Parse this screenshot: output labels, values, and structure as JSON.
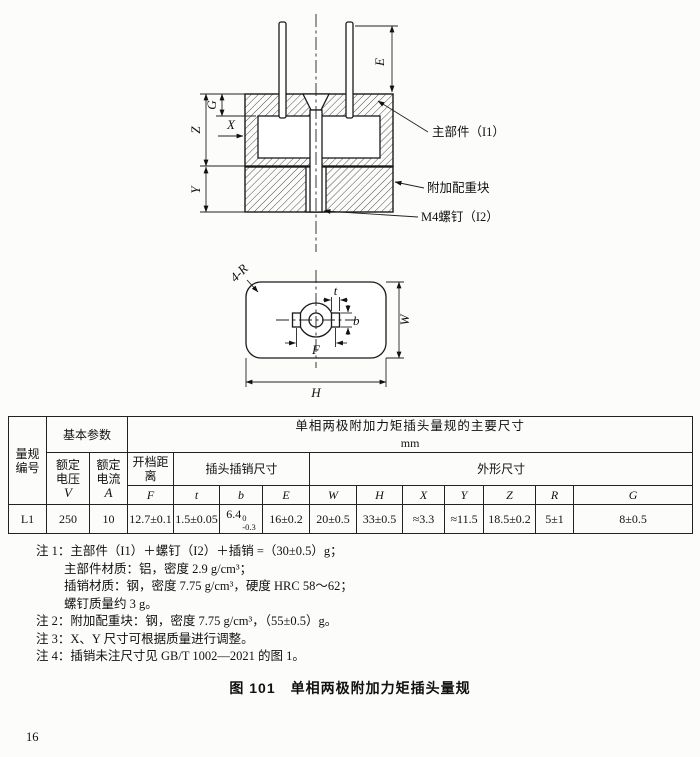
{
  "page": {
    "number": "16",
    "caption": "图 101　单相两极附加力矩插头量规"
  },
  "drawing": {
    "labels": {
      "main_part": "主部件（I1）",
      "weight_block": "附加配重块",
      "screw": "M4螺钉（I2）",
      "corner_radius": "4-R"
    },
    "dims": {
      "E": "E",
      "G": "G",
      "Z": "Z",
      "X": "X",
      "Y": "Y",
      "t": "t",
      "b": "b",
      "F": "F",
      "W": "W",
      "H": "H"
    }
  },
  "table": {
    "gauge_no": "量规\n编号",
    "basic_params": "基本参数",
    "title": "单相两极附加力矩插头量规的主要尺寸",
    "unit": "mm",
    "voltage": "额定\n电压",
    "voltage_unit": "V",
    "current": "额定\n电流",
    "current_unit": "A",
    "gap_distance": "开档距离",
    "pin_dims": "插头插销尺寸",
    "outline_dims": "外形尺寸",
    "letters": [
      "F",
      "t",
      "b",
      "E",
      "W",
      "H",
      "X",
      "Y",
      "Z",
      "R",
      "G"
    ],
    "row": {
      "gauge_no": "L1",
      "voltage": "250",
      "current": "10",
      "F": "12.7±0.1",
      "t": "1.5±0.05",
      "b_base": "6.4",
      "b_upper": "0",
      "b_lower": "-0.3",
      "E": "16±0.2",
      "W": "20±0.5",
      "H": "33±0.5",
      "X": "≈3.3",
      "Y": "≈11.5",
      "Z": "18.5±0.2",
      "R": "5±1",
      "G": "8±0.5"
    }
  },
  "notes": [
    "注 1：主部件（I1）＋螺钉（I2）＋插销 =（30±0.5）g；",
    "主部件材质：铝，密度 2.9 g/cm³；",
    "插销材质：钢，密度 7.75 g/cm³，硬度 HRC 58～62；",
    "螺钉质量约 3 g。",
    "注 2：附加配重块：钢，密度 7.75 g/cm³，（55±0.5）g。",
    "注 3：X、Y 尺寸可根据质量进行调整。",
    "注 4：插销未注尺寸见 GB/T 1002—2021 的图 1。"
  ]
}
